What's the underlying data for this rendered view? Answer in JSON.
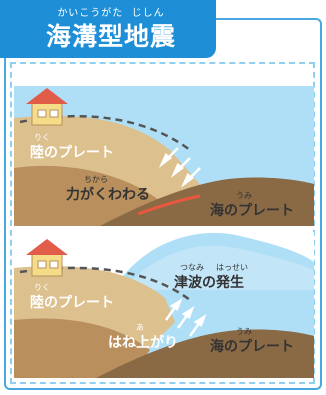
{
  "title": {
    "ruby_1": "かいこうがた",
    "ruby_2": "じしん",
    "main": "海溝型地震"
  },
  "top_panel": {
    "land_ruby": "りく",
    "land_plate": "陸のプレート",
    "force_ruby": "ちから",
    "force": "力がくわわる",
    "sea_ruby": "うみ",
    "sea_plate": "海のプレート"
  },
  "bottom_panel": {
    "land_ruby": "りく",
    "land_plate": "陸のプレート",
    "tsunami_ruby_1": "つなみ",
    "tsunami_ruby_2": "はっせい",
    "tsunami": "津波の発生",
    "rebound_ruby": "あ",
    "rebound": "はね上がり",
    "sea_ruby": "うみ",
    "sea_plate": "海のプレート"
  },
  "colors": {
    "sky": "#aedff7",
    "land": "#dcc08e",
    "land_dark": "#b98f5e",
    "sea_plate": "#8a6a45",
    "title_bg": "#1e8fd6",
    "house_roof": "#e25c4a",
    "house_wall": "#f4dc88",
    "stress_line": "#e8583e",
    "tsunami_wave": "#cfeaf8"
  }
}
